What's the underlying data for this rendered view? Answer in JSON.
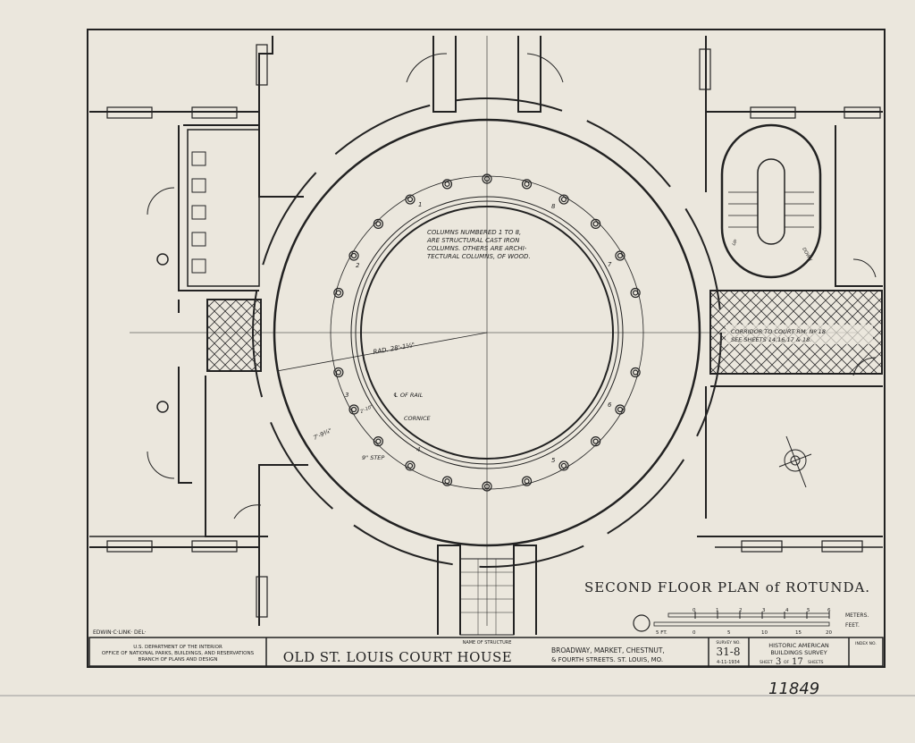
{
  "drawing": {
    "title": "SECOND FLOOR PLAN of ROTUNDA.",
    "delineator": "EDWIN·C·LINK· DEL·",
    "notes": {
      "columns": [
        "COLUMNS NUMBERED 1 TO 8,",
        "ARE STRUCTURAL CAST IRON",
        "COLUMNS. OTHERS ARE ARCHI-",
        "TECTURAL COLUMNS, OF WOOD."
      ],
      "corridor": [
        "CORRIDOR TO COURT RM. Nº 18",
        "SEE SHEETS 14,16,17 & 18."
      ],
      "radius": "RAD. 28'-1½\"",
      "rail": "℄ OF RAIL",
      "cornice": "CORNICE",
      "dim": "7'-9¾\"",
      "dim_small": "2'-10\"",
      "step": "9\" STEP",
      "stair_up": "UP",
      "stair_down": "DOWN"
    },
    "column_numbers": [
      "1",
      "2",
      "3",
      "4",
      "5",
      "6",
      "7",
      "8"
    ],
    "scale": {
      "meters_label": "METERS.",
      "feet_label": "FEET.",
      "meters_ticks": [
        "0",
        "1",
        "2",
        "3",
        "4",
        "5",
        "6"
      ],
      "feet_ticks": [
        "5 FT.",
        "0",
        "5",
        "10",
        "15",
        "20"
      ]
    }
  },
  "title_block": {
    "agency": [
      "U.S. DEPARTMENT OF THE INTERIOR",
      "OFFICE OF NATIONAL PARKS, BUILDINGS, AND RESERVATIONS",
      "BRANCH OF PLANS AND DESIGN"
    ],
    "name_label": "NAME OF STRUCTURE",
    "structure_name": "OLD ST. LOUIS COURT HOUSE",
    "address": [
      "BROADWAY, MARKET, CHESTNUT,",
      "& FOURTH STREETS. ST. LOUIS, MO."
    ],
    "survey_label": "SURVEY NO.",
    "survey_no": "31-8",
    "date": "4-11-1934",
    "habs": [
      "HISTORIC AMERICAN",
      "BUILDINGS SURVEY"
    ],
    "sheet_prefix": "SHEET",
    "sheet_no": "3",
    "sheet_of": "OF",
    "sheet_total": "17",
    "sheet_suffix": "SHEETS",
    "index_label": "INDEX NO."
  },
  "annotation": "11849"
}
